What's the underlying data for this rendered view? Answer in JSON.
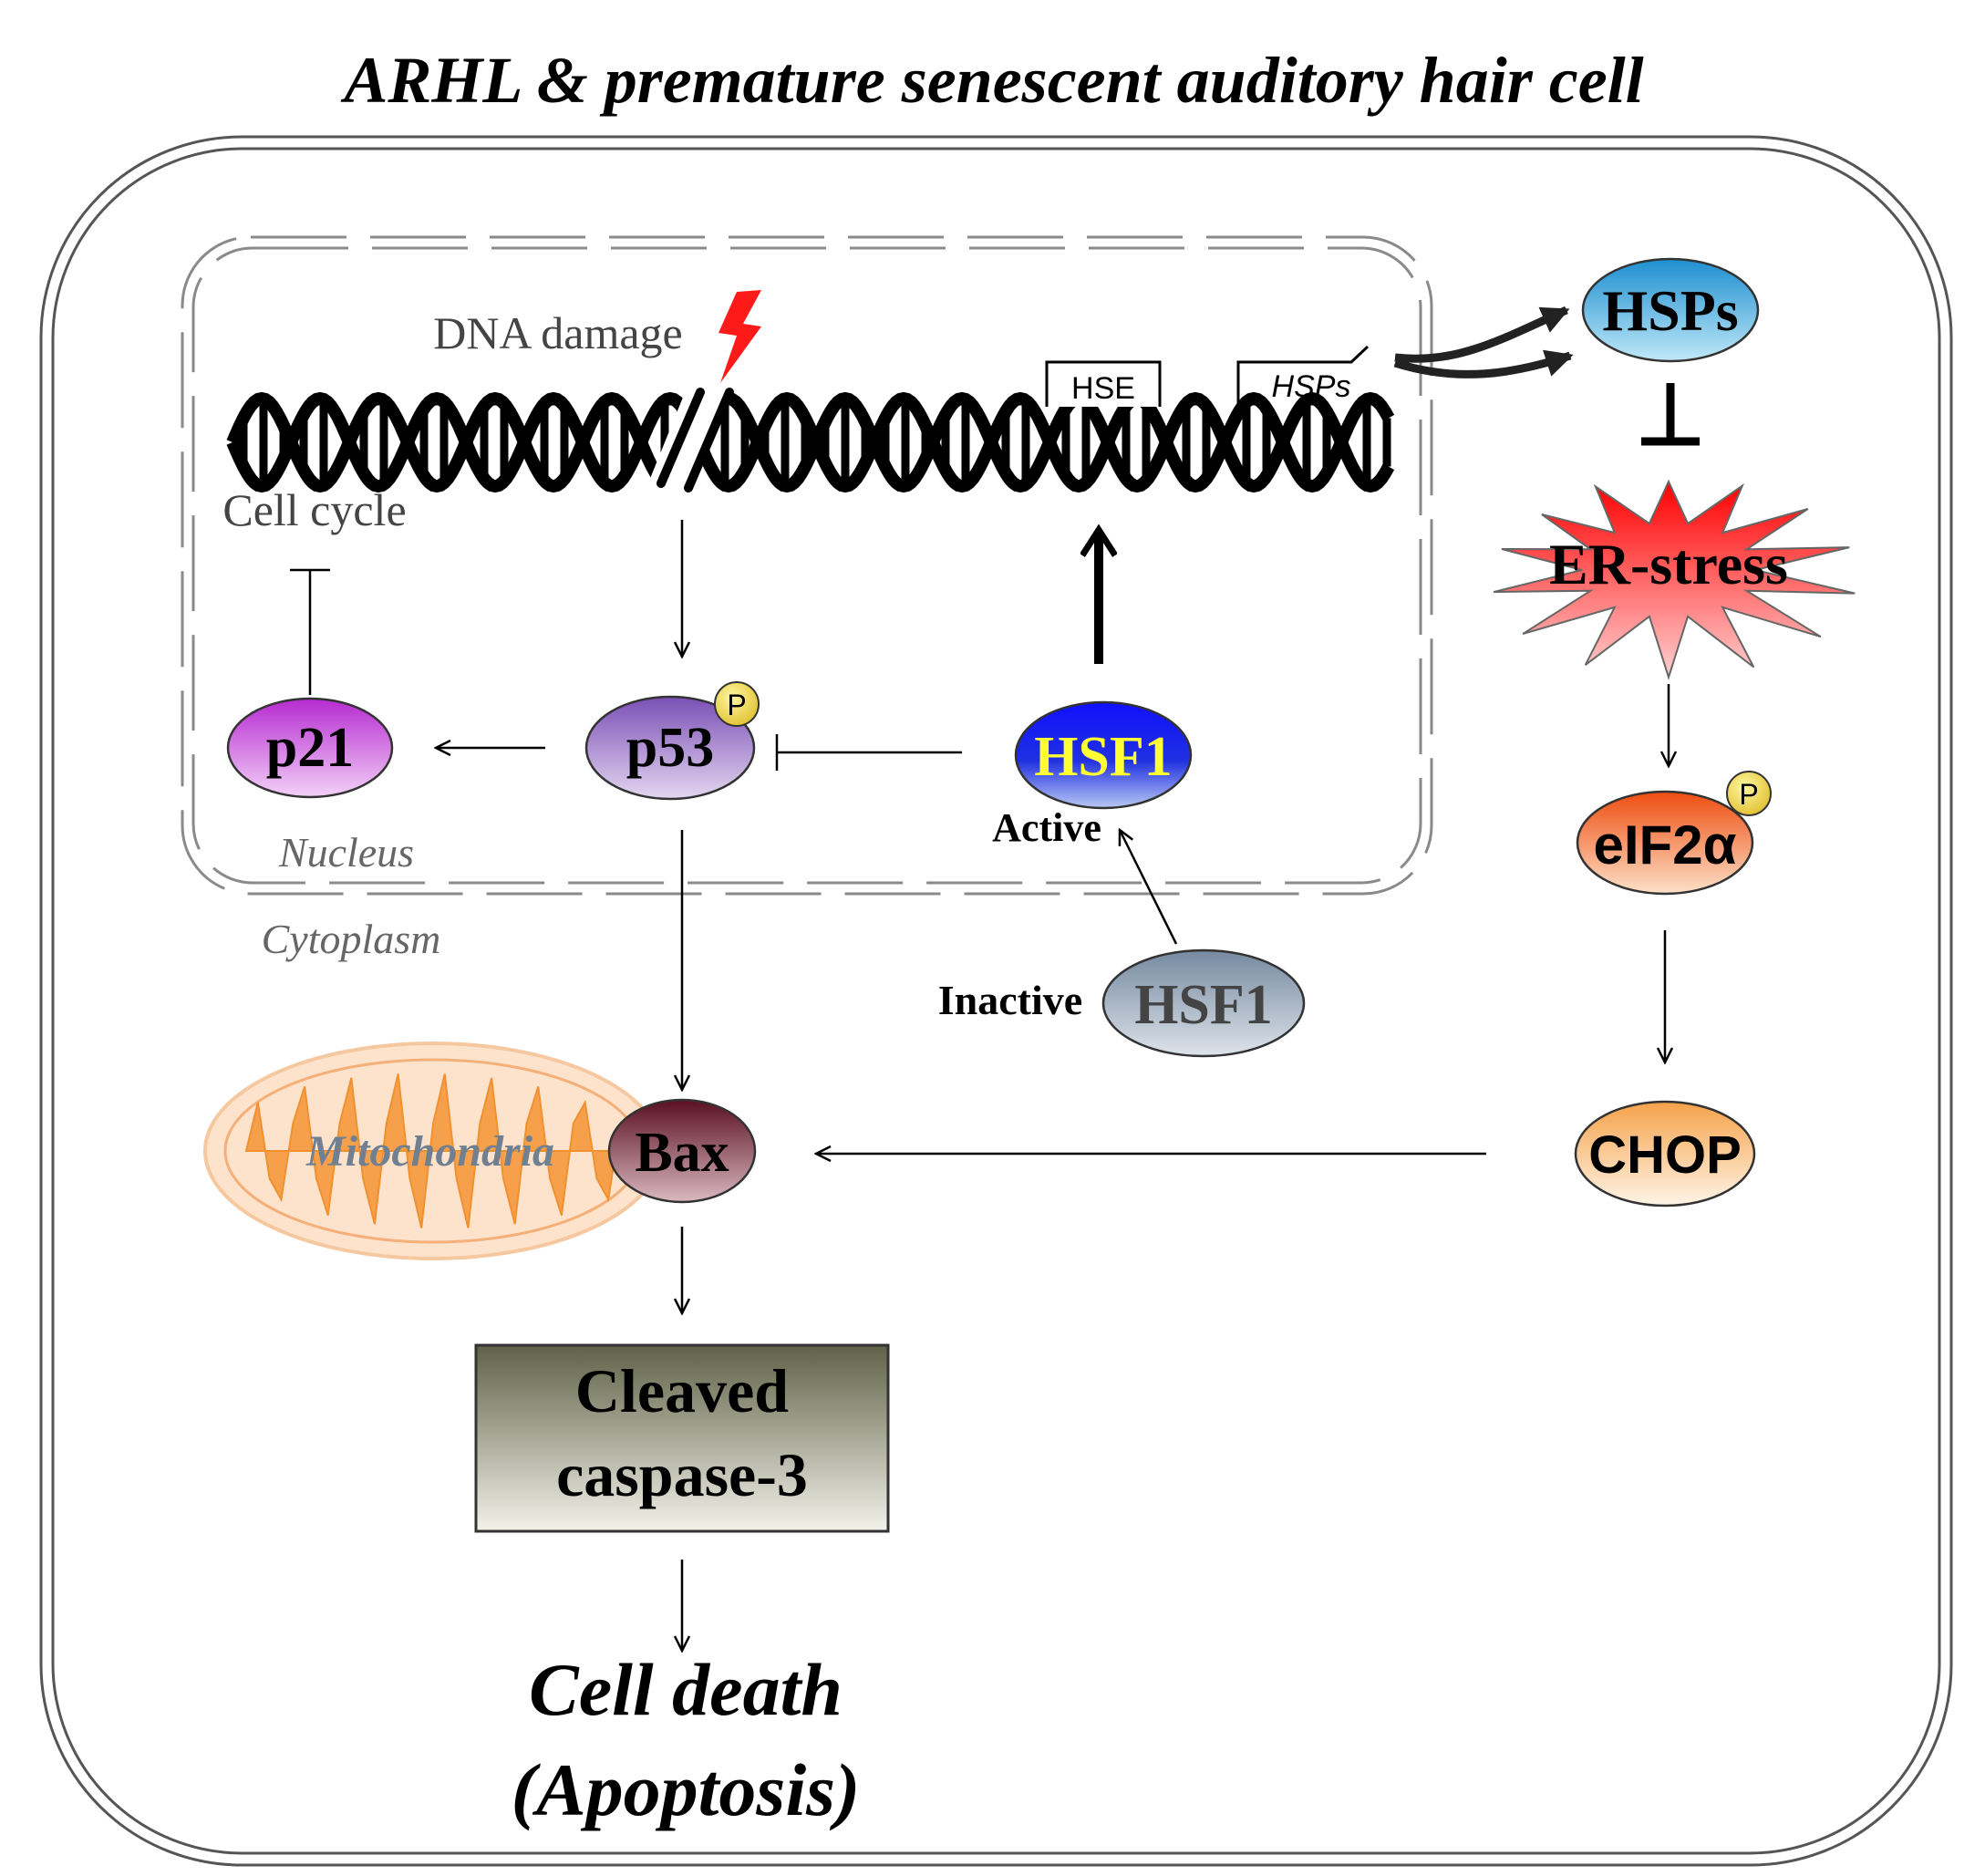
{
  "title": "ARHL & premature senescent auditory hair cell",
  "compartments": {
    "nucleus": "Nucleus",
    "cytoplasm": "Cytoplasm",
    "mitochondria": "Mitochondria"
  },
  "labels": {
    "dna_damage": "DNA damage",
    "cell_cycle": "Cell cycle",
    "hse": "HSE",
    "hsps_gene": "HSPs",
    "active": "Active",
    "inactive": "Inactive",
    "phospho": "P"
  },
  "nodes": {
    "hsps": "HSPs",
    "er_stress": "ER-stress",
    "eif2a": "eIF2α",
    "chop": "CHOP",
    "p21": "p21",
    "p53": "p53",
    "hsf1_active": "HSF1",
    "hsf1_inactive": "HSF1",
    "bax": "Bax",
    "caspase_line1": "Cleaved",
    "caspase_line2": "caspase-3",
    "outcome_line1": "Cell death",
    "outcome_line2": "(Apoptosis)"
  },
  "colors": {
    "hsps_fill": "#29a9e0",
    "er_stress_fill": "#ff1a1a",
    "eif2a_fill": "#f26522",
    "chop_fill": "#f7b267",
    "p21_fill": "#c23fd6",
    "p53_fill": "#8a63c1",
    "hsf1_active_fill": "#1a1aff",
    "hsf1_active_text": "#ffff33",
    "hsf1_inactive_fill": "#8497ab",
    "bax_fill": "#6b1a2a",
    "caspase_fill": "#6e7159",
    "mitochondria_fill": "#f7a04c",
    "damage_bolt": "#ff1a1a"
  }
}
